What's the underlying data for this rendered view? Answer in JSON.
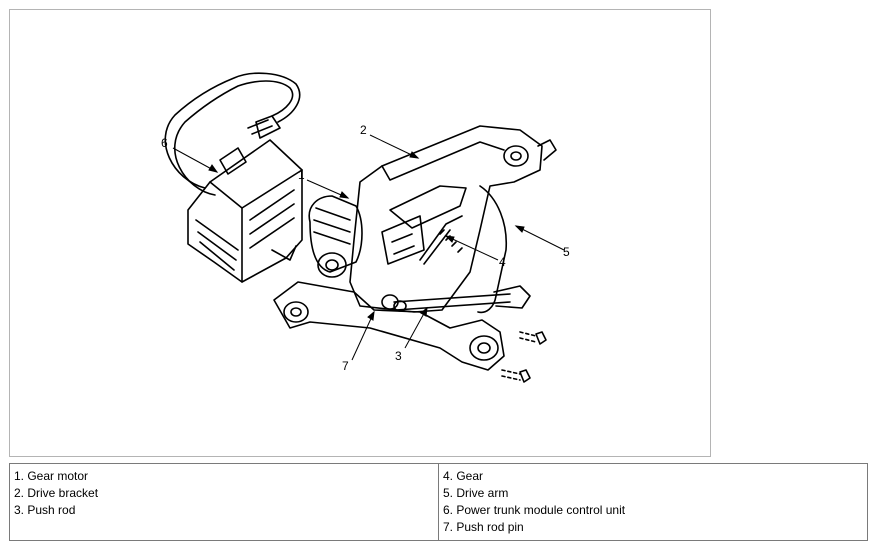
{
  "callouts": [
    "1",
    "2",
    "3",
    "4",
    "5",
    "6",
    "7"
  ],
  "legend": {
    "left": [
      "1. Gear motor",
      "2. Drive bracket",
      "3. Push rod"
    ],
    "right": [
      "4. Gear",
      "5. Drive arm",
      "6. Power trunk module control unit",
      "7. Push rod pin"
    ]
  }
}
